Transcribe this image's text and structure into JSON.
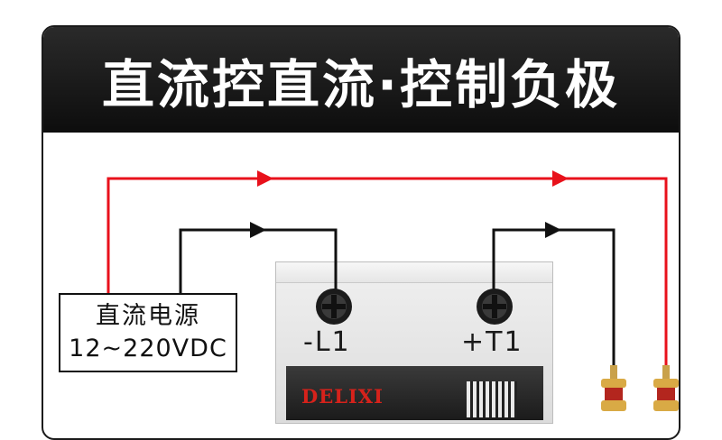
{
  "header": {
    "title": "直流控直流·控制负极"
  },
  "power_supply": {
    "line1": "直流电源",
    "line2": "12~220VDC"
  },
  "device": {
    "terminal_left": "-L1",
    "terminal_right": "+T1",
    "brand": "DELIXI"
  },
  "colors": {
    "positive_wire": "#e8111b",
    "negative_wire": "#111111",
    "header_bg": "#111111",
    "brand_red": "#d6221b"
  }
}
